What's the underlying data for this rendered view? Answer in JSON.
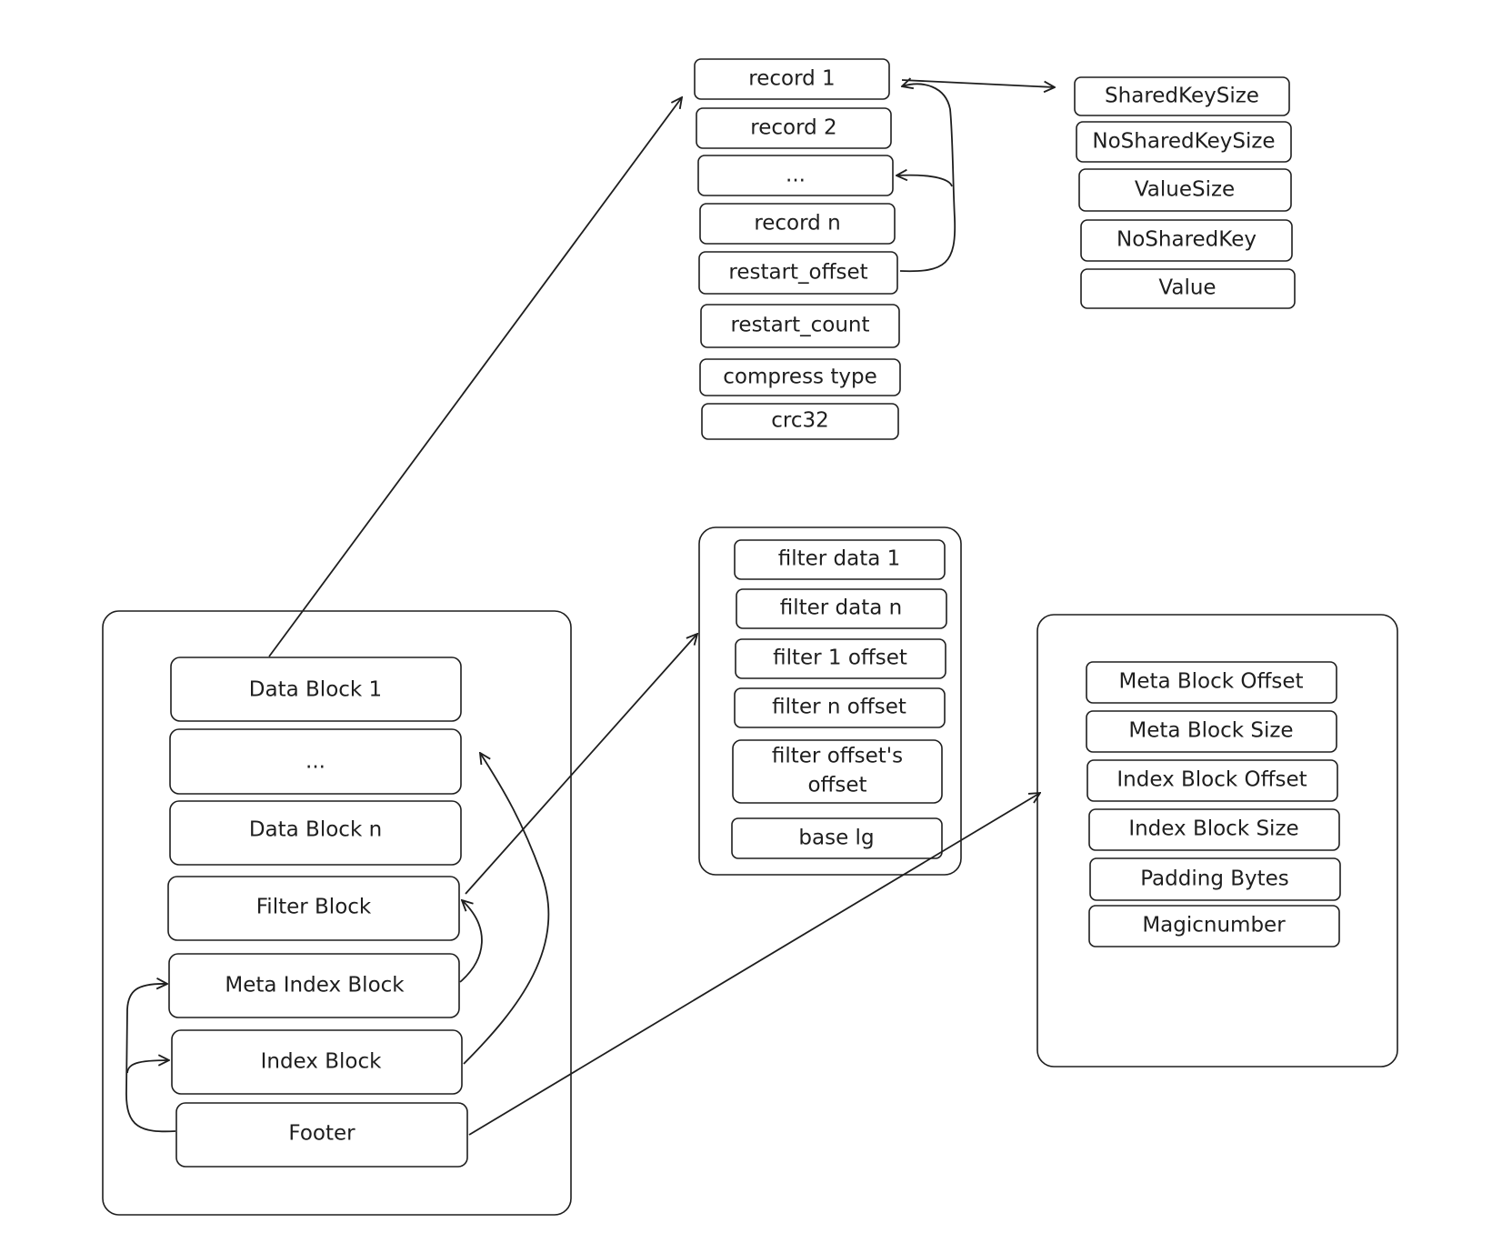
{
  "record_stack": {
    "record1": "record 1",
    "record2": "record 2",
    "ellipsis": "...",
    "record_n": "record n",
    "restart_offset": "restart_offset",
    "restart_count": "restart_count",
    "compress_type": "compress type",
    "crc32": "crc32"
  },
  "record_fields": {
    "shared_key_size": "SharedKeySize",
    "no_shared_key_size": "NoSharedKeySize",
    "value_size": "ValueSize",
    "no_shared_key": "NoSharedKey",
    "value": "Value"
  },
  "filter_block": {
    "filter_data_1": "filter data 1",
    "filter_data_n": "filter data n",
    "filter_1_offset": "filter 1 offset",
    "filter_n_offset": "filter n offset",
    "filter_offsets_offset_line1": "filter offset's",
    "filter_offsets_offset_line2": "offset",
    "base_lg": "base lg"
  },
  "sstable": {
    "data_block_1": "Data Block 1",
    "ellipsis": "...",
    "data_block_n": "Data Block n",
    "filter_block": "Filter Block",
    "meta_index_block": "Meta Index Block",
    "index_block": "Index Block",
    "footer": "Footer"
  },
  "footer_fields": {
    "meta_block_offset": "Meta Block Offset",
    "meta_block_size": "Meta Block Size",
    "index_block_offset": "Index Block Offset",
    "index_block_size": "Index Block Size",
    "padding_bytes": "Padding Bytes",
    "magicnumber": "Magicnumber"
  }
}
